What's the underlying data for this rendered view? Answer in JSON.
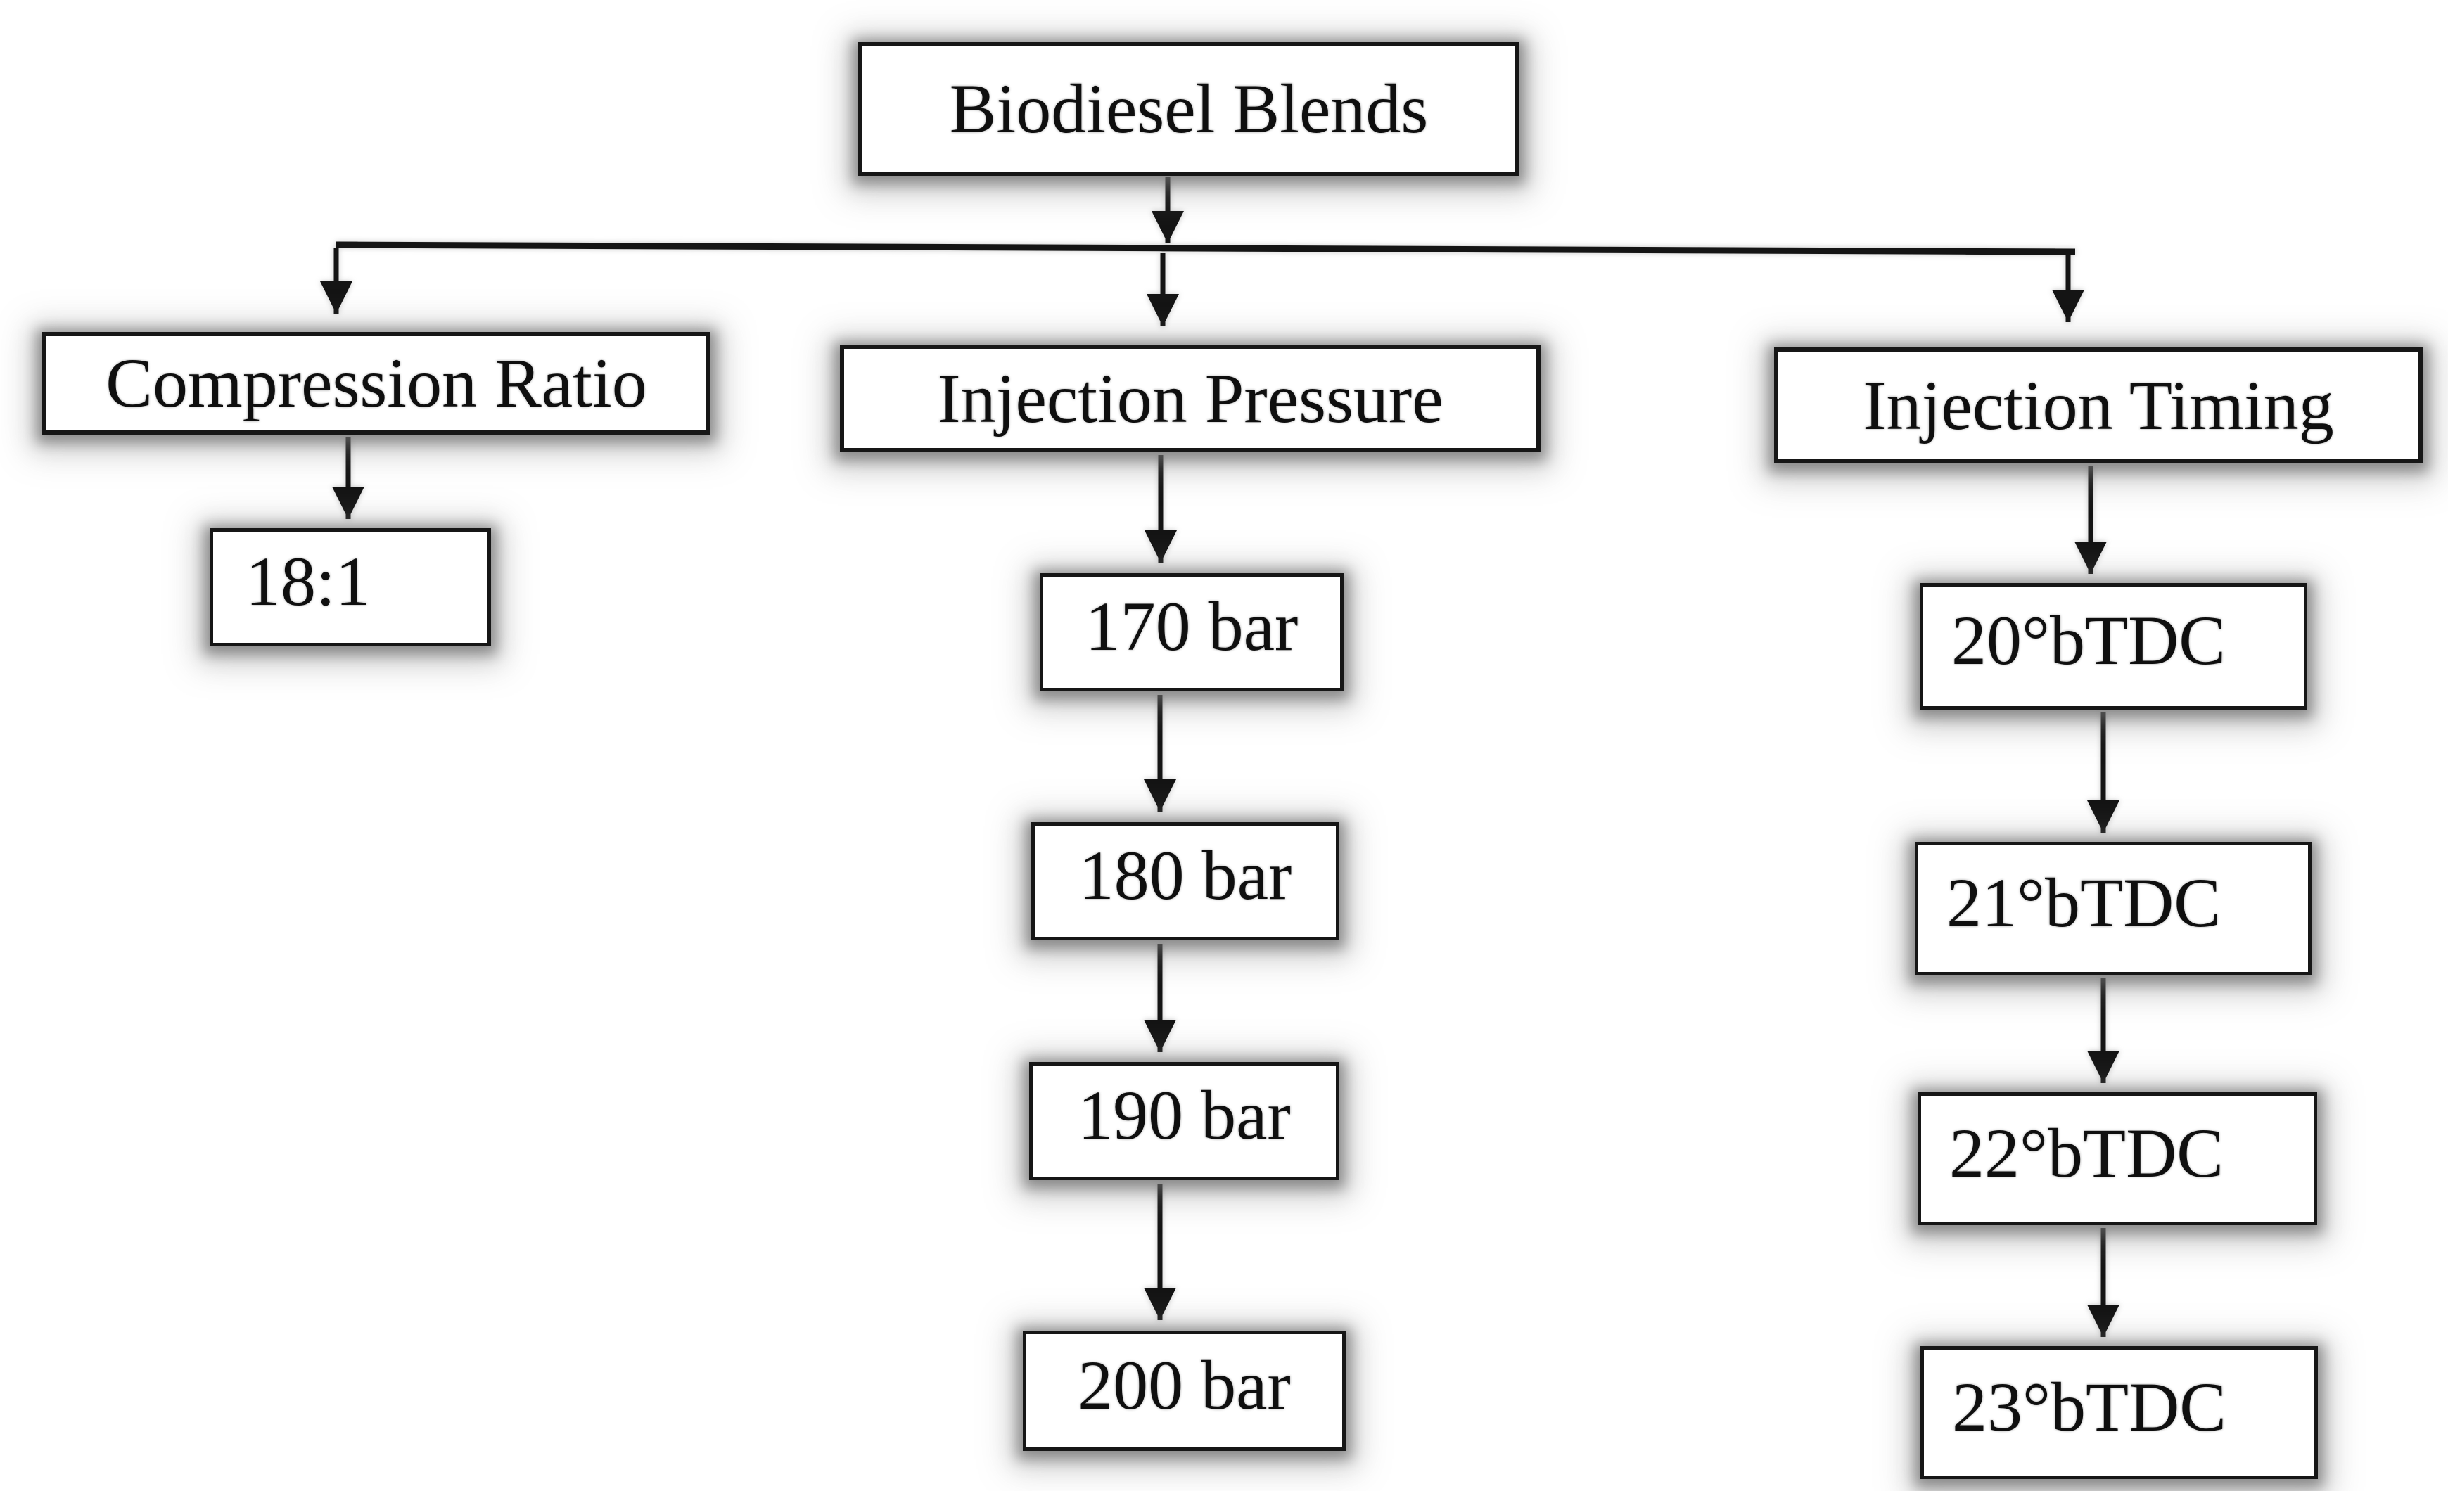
{
  "diagram": {
    "root": {
      "label": "Biodiesel Blends"
    },
    "branches": [
      {
        "label": "Compression Ratio",
        "values": [
          "18:1"
        ]
      },
      {
        "label": "Injection Pressure",
        "values": [
          "170 bar",
          "180 bar",
          "190 bar",
          "200 bar"
        ]
      },
      {
        "label": "Injection Timing",
        "values": [
          "20°bTDC",
          "21°bTDC",
          "22°bTDC",
          "23°bTDC"
        ]
      }
    ],
    "colors": {
      "background": "#ffffff",
      "box_fill": "#ffffff",
      "box_border": "#161616",
      "text": "#0f0f0f",
      "glow": "#7a7a7a",
      "connector": "#141414"
    }
  }
}
